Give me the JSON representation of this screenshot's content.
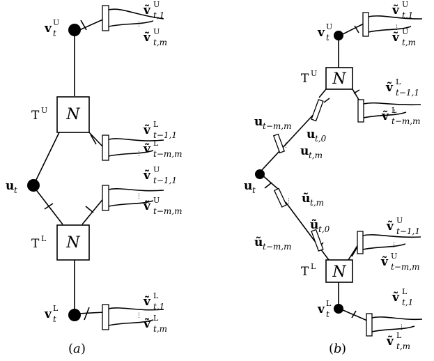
{
  "panel_a": {
    "caption_open": "(",
    "caption_letter": "a",
    "caption_close": ")",
    "vertex_u": {
      "base": "u",
      "sub": "t",
      "sup": ""
    },
    "vertex_vU": {
      "base": "v",
      "sub": "t",
      "sup": "U"
    },
    "vertex_vL": {
      "base": "v",
      "sub": "t",
      "sup": "L"
    },
    "upper_node": {
      "prefix": "T",
      "sup": "U",
      "box": "N"
    },
    "lower_node": {
      "prefix": "T",
      "sup": "L",
      "box": "N"
    },
    "outputs": [
      {
        "base": "ṽ",
        "sup": "U",
        "sub_top": "t,1",
        "sub_bot": "t,m",
        "dots": "⋮"
      },
      {
        "base": "ṽ",
        "sup": "L",
        "sub_top": "t−1,1",
        "sub_bot": "t−m,m",
        "dots": "⋮"
      },
      {
        "base": "ṽ",
        "sup": "U",
        "sub_top": "t−1,1",
        "sub_bot": "t−m,m",
        "dots": "⋮"
      },
      {
        "base": "ṽ",
        "sup": "L",
        "sub_top": "t,1",
        "sub_bot": "t,m",
        "dots": "⋮"
      }
    ]
  },
  "panel_b": {
    "caption_open": "(",
    "caption_letter": "b",
    "caption_close": ")",
    "vertex_u": {
      "base": "u",
      "sub": "t",
      "sup": ""
    },
    "vertex_vU": {
      "base": "v",
      "sub": "t",
      "sup": "U"
    },
    "vertex_vL": {
      "base": "v",
      "sub": "t",
      "sup": "L"
    },
    "upper_node": {
      "prefix": "T",
      "sup": "U",
      "box": "N"
    },
    "lower_node": {
      "prefix": "T",
      "sup": "L",
      "box": "N"
    },
    "outputs": [
      {
        "base": "ṽ",
        "sup": "U",
        "sub_top": "t,1",
        "sub_bot": "t,m",
        "dots": "⋮"
      },
      {
        "base": "ṽ",
        "sup": "L",
        "sub_top": "t−1,1",
        "sub_bot": "t−m,m",
        "dots": "⋮"
      },
      {
        "base": "ṽ",
        "sup": "U",
        "sub_top": "t−1,1",
        "sub_bot": "t−m,m",
        "dots": "⋮"
      },
      {
        "base": "ṽ",
        "sup": "L",
        "sub_top": "t,1",
        "sub_bot": "t,m",
        "dots": "⋮"
      }
    ],
    "u_upper": {
      "base": "u",
      "sub_left": "t−m,m",
      "sub_top": "t,0",
      "sub_right": "t,m",
      "dots": "⋮"
    },
    "u_lower": {
      "base": "ũ",
      "sub_left": "t−m,m",
      "sub_top": "t,0",
      "sub_right": "t,m",
      "dots": "⋮"
    }
  }
}
